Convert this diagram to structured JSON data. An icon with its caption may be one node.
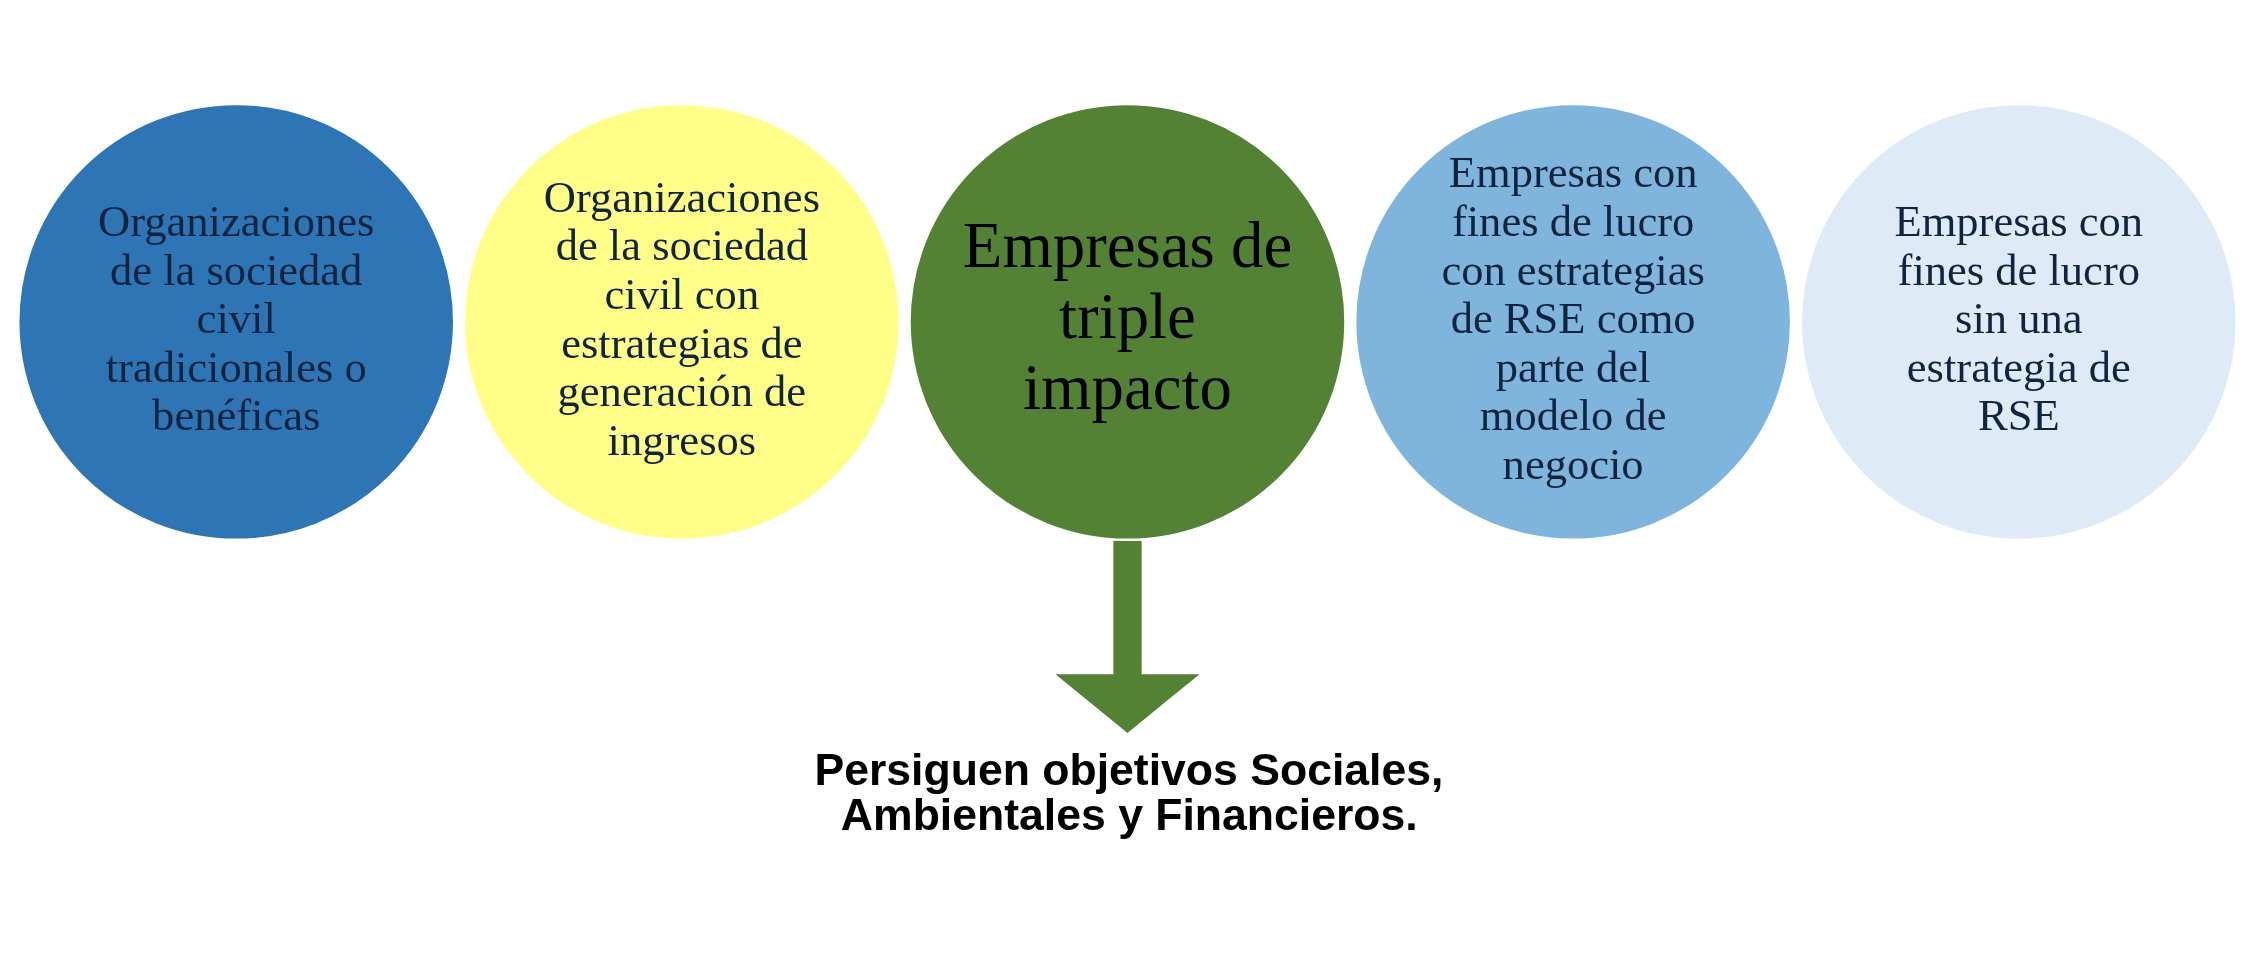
{
  "diagram": {
    "nodes": [
      {
        "text": [
          "Organizaciones de la sociedad civil tradicionales o benéficas"
        ]
      },
      {
        "text": [
          "Organizaciones de la sociedad civil con estrategias de generación de ingresos"
        ]
      },
      {
        "text": [
          "Empresas de triple impacto"
        ]
      },
      {
        "text": [
          "Empresas con fines de lucro con estrategias de RSE como parte del modelo de negocio"
        ]
      },
      {
        "text": [
          "Empresas con fines de lucro sin una estrategia de RSE"
        ]
      },
      {
        "text": [
          "Persiguen objetivos Sociales, Ambientales y Financieros."
        ]
      }
    ],
    "edges": [
      {
        "from": 2,
        "to": 5,
        "arrow": "to",
        "color": "#548235"
      }
    ]
  }
}
